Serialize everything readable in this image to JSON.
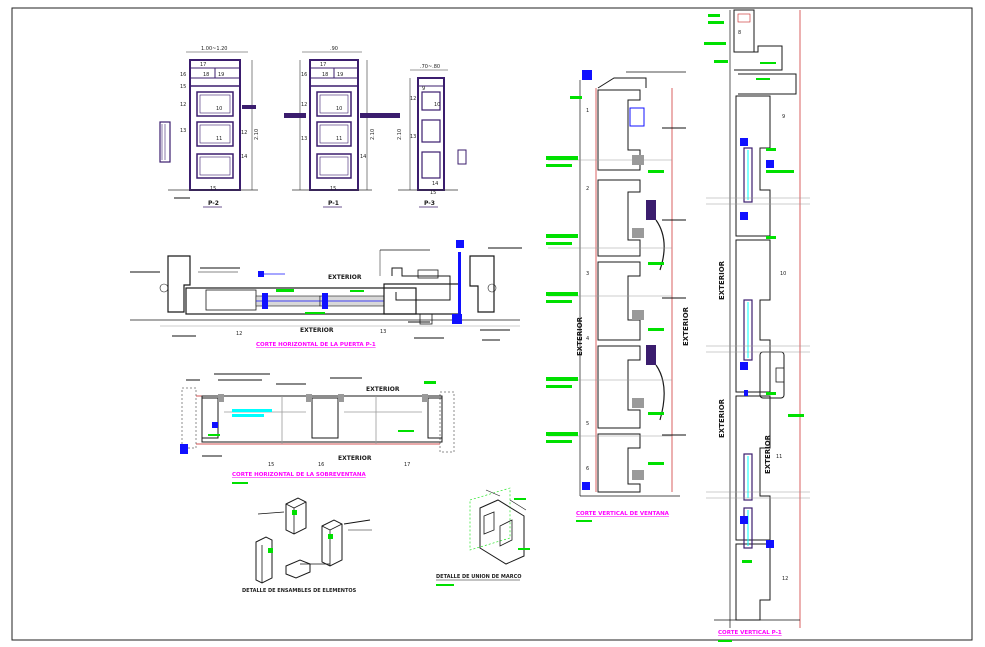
{
  "labels": {
    "elevation_p2": "P-2",
    "elevation_p1": "P-1",
    "elevation_p3": "P-3",
    "exterior": "EXTERIOR",
    "section_door": "CORTE HORIZONTAL DE LA PUERTA P-1",
    "section_window": "CORTE HORIZONTAL DE LA SOBREVENTANA",
    "joints": "DETALLE DE ENSAMBLES DE ELEMENTOS",
    "iso_detail": "DETALLE DE UNION DE MARCO",
    "vertical_window": "CORTE VERTICAL DE VENTANA",
    "vertical_p1": "CORTE VERTICAL P-1"
  },
  "dims": {
    "width_p2": "1.00~1.20",
    "width_p1": ".90",
    "width_p3": ".70~.80",
    "height": "2.10"
  },
  "numbers": {
    "n17": "17",
    "n18": "18",
    "n19": "19",
    "n10": "10",
    "n11": "11",
    "n12": "12",
    "n13": "13",
    "n14": "14",
    "n15": "15",
    "n16": "16",
    "n9": "9",
    "n14a": "14",
    "n1": "1",
    "n2": "2",
    "n3": "3",
    "n4": "4",
    "n5": "5",
    "n6": "6",
    "n8": "8"
  },
  "colors": {
    "ink": "#1a1a1a",
    "frame": "#3b1d6e",
    "blue": "#1010ff",
    "green": "#00e000",
    "magenta": "#ff00ff",
    "cyan": "#00ffff",
    "red": "#c81e1e",
    "grey": "#9a9a9a"
  }
}
